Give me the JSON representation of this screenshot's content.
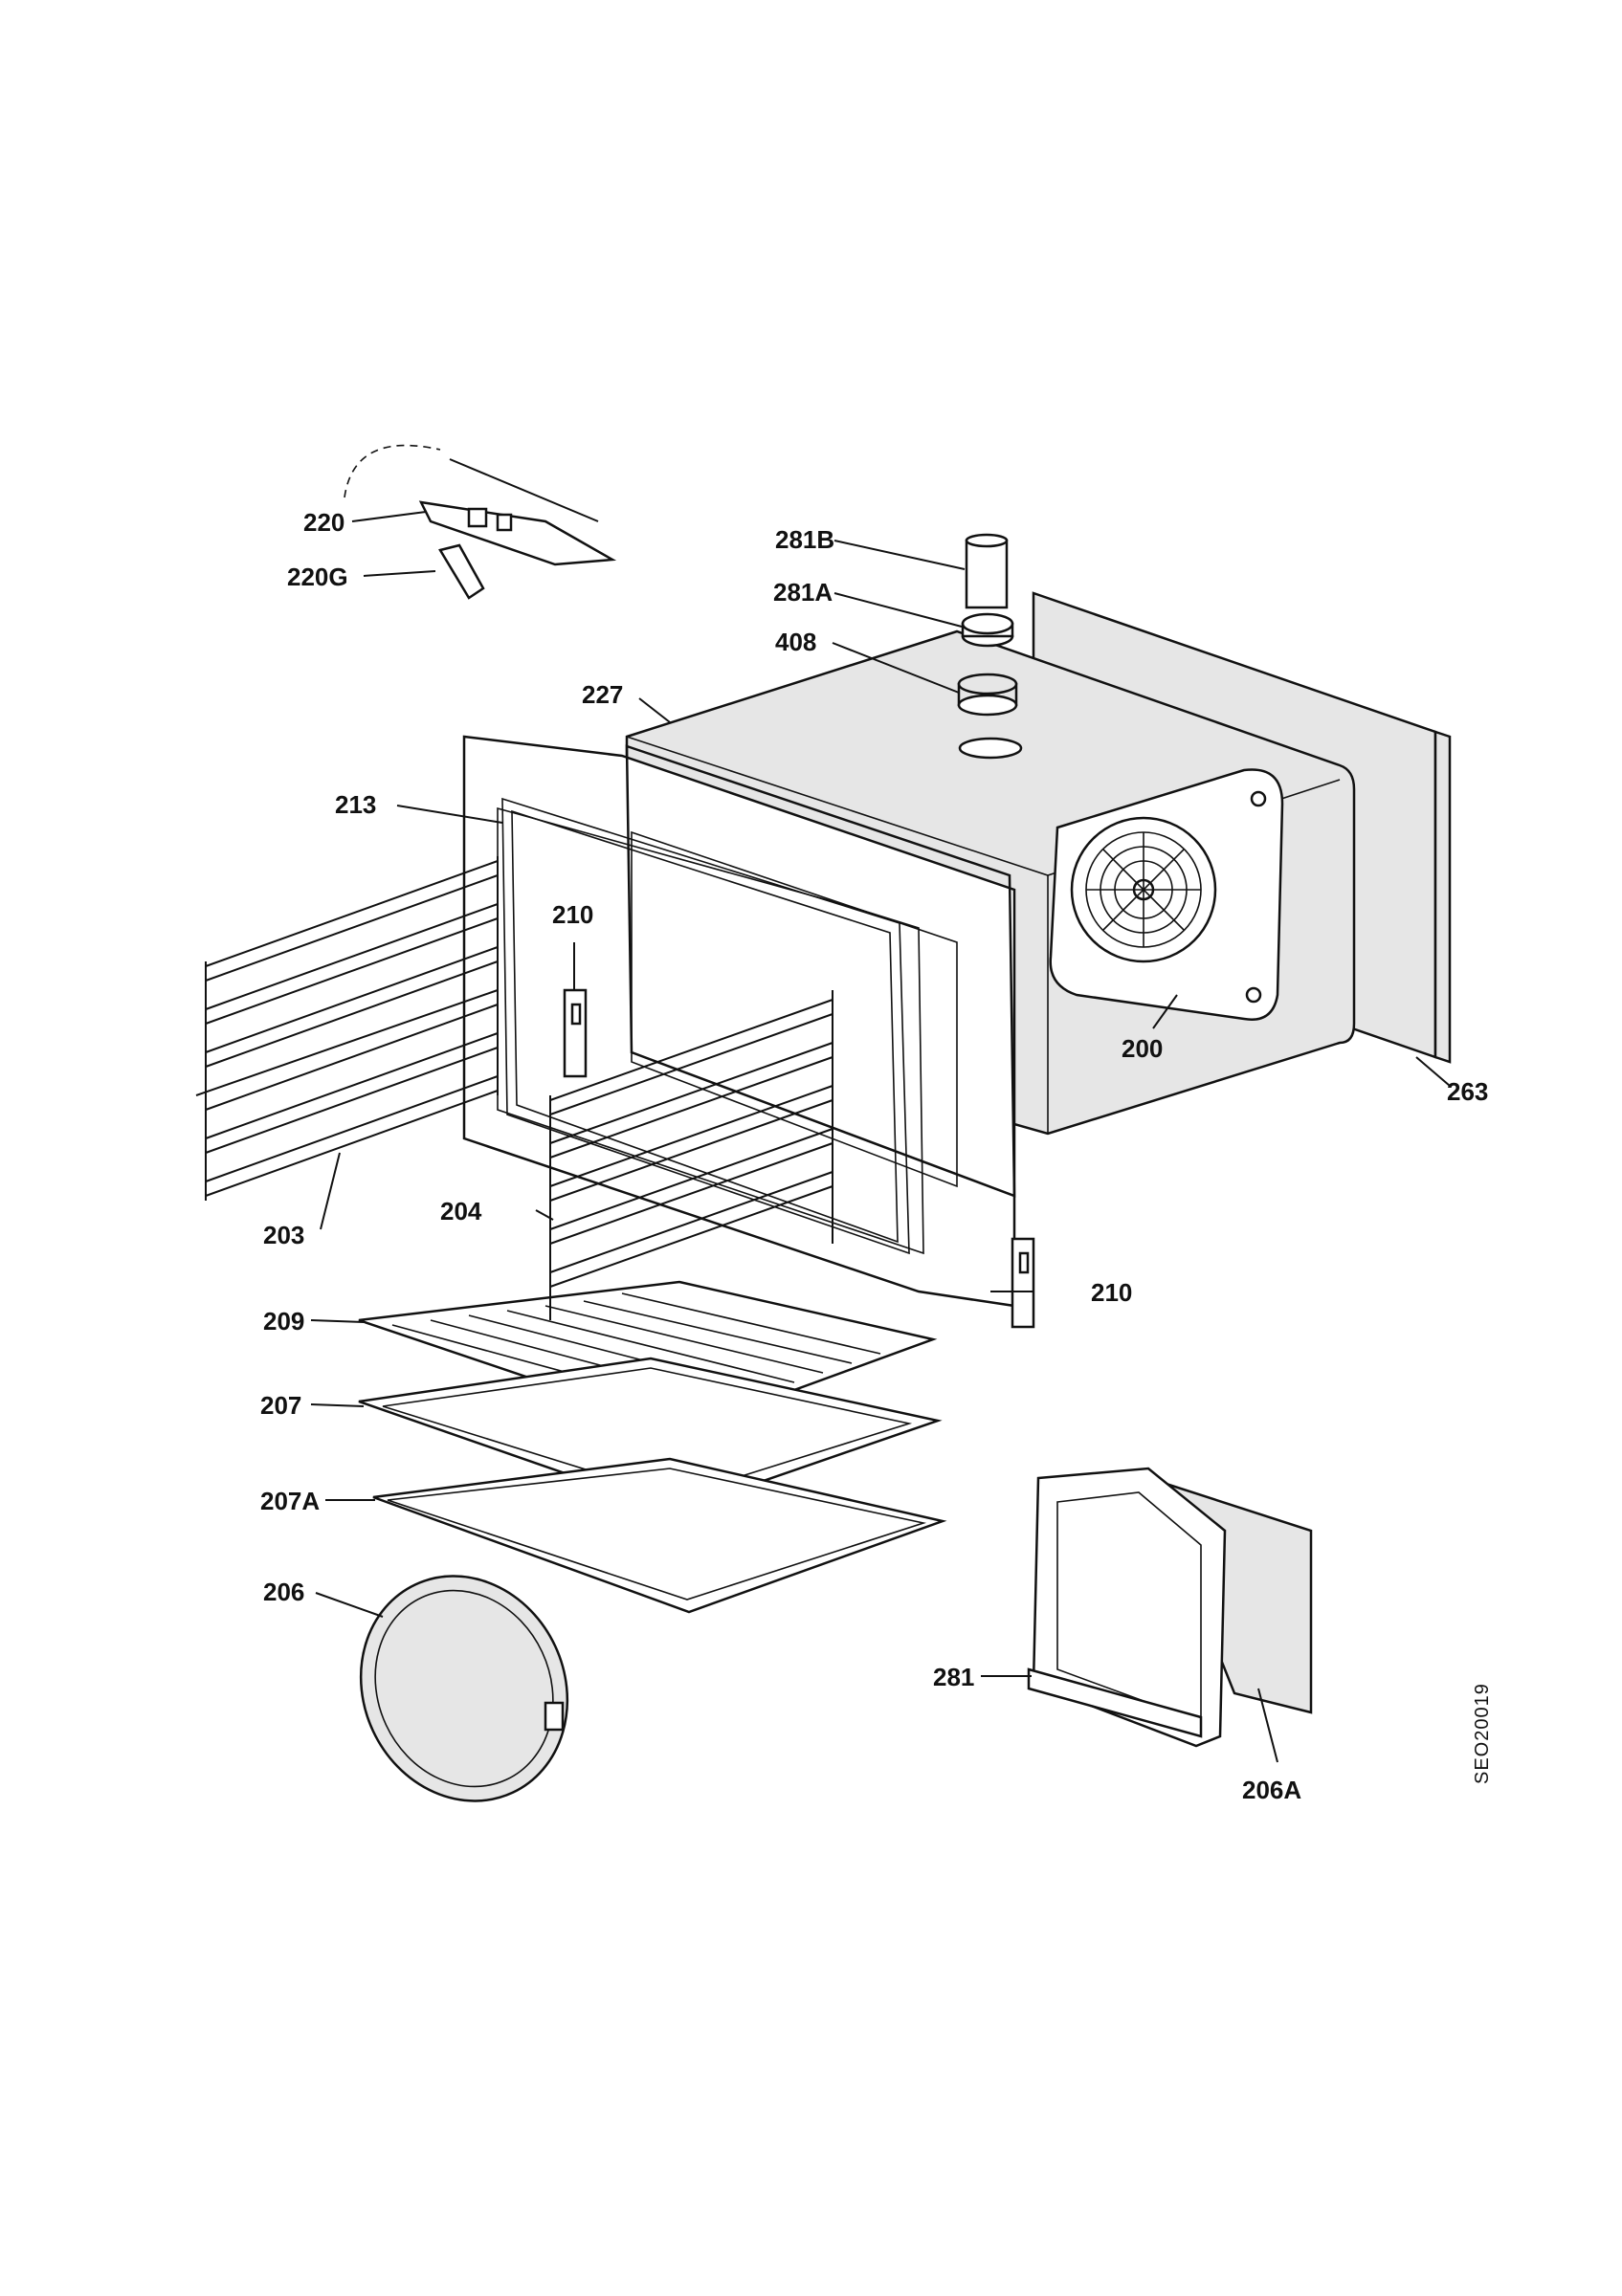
{
  "labels": {
    "l220": "220",
    "l220g": "220G",
    "l281b": "281B",
    "l281a": "281A",
    "l408": "408",
    "l227": "227",
    "l213": "213",
    "l210a": "210",
    "l210b": "210",
    "l200": "200",
    "l263": "263",
    "l203": "203",
    "l204": "204",
    "l209": "209",
    "l207": "207",
    "l207a": "207A",
    "l206": "206",
    "l281": "281",
    "l206a": "206A"
  },
  "drawing_code": "SEO20019"
}
